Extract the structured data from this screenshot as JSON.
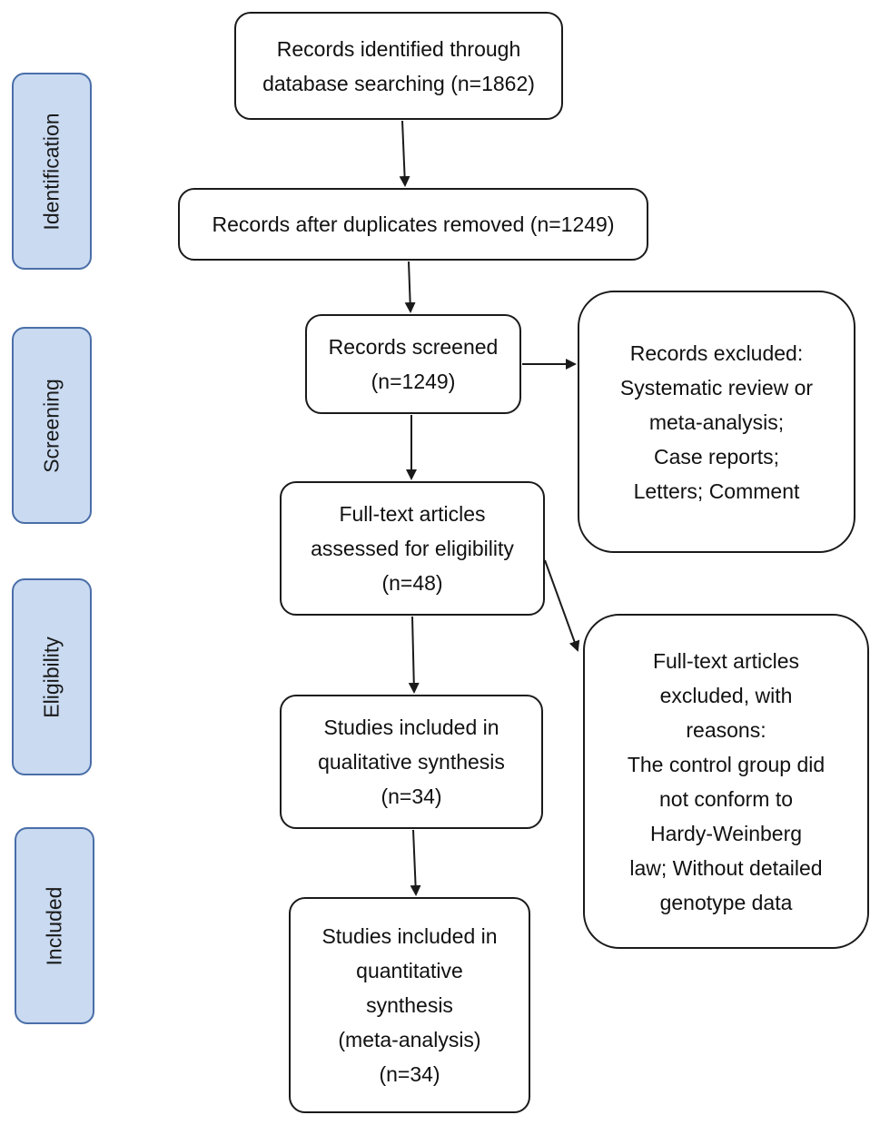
{
  "stages": {
    "identification": "Identification",
    "screening": "Screening",
    "eligibility": "Eligibility",
    "included": "Included"
  },
  "boxes": {
    "identified": [
      "Records identified through",
      "database searching (n=1862)"
    ],
    "after_duplicates": [
      "Records after duplicates removed (n=1249)"
    ],
    "screened": [
      "Records screened",
      "(n=1249)"
    ],
    "excluded_records": [
      "Records excluded:",
      "Systematic review or",
      "meta-analysis;",
      "Case reports;",
      "Letters; Comment"
    ],
    "fulltext_assessed": [
      "Full-text articles",
      "assessed for eligibility",
      "(n=48)"
    ],
    "fulltext_excluded": [
      "Full-text articles",
      "excluded, with",
      "reasons:",
      "The control group did",
      "not conform to",
      "Hardy-Weinberg",
      "law; Without detailed",
      "genotype data"
    ],
    "qualitative": [
      "Studies included in",
      "qualitative synthesis",
      "(n=34)"
    ],
    "quantitative": [
      "Studies included in",
      "quantitative",
      "synthesis",
      "(meta-analysis)",
      "(n=34)"
    ]
  },
  "colors": {
    "stage_fill": "#c9daf1",
    "stage_border": "#4a6ea8",
    "box_border": "#1a1a1a"
  }
}
